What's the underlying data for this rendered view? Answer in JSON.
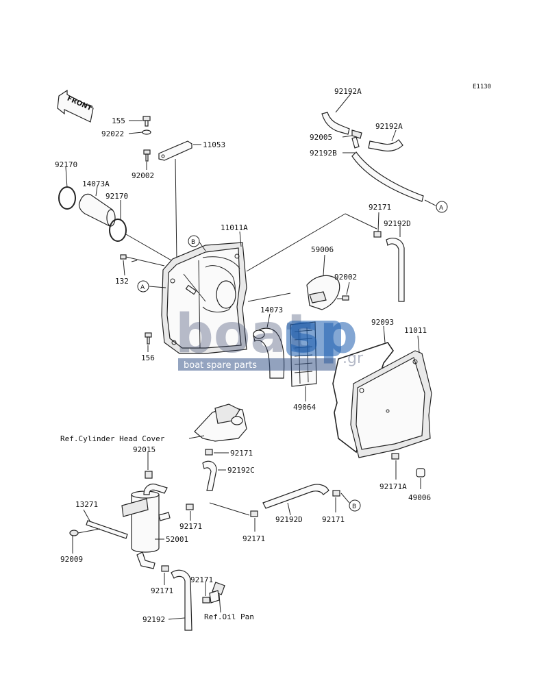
{
  "diagram_code": "E1130",
  "front_label": "FRONT",
  "labels": {
    "p92192A_top": "92192A",
    "p92192A_right": "92192A",
    "p92005": "92005",
    "p92192B": "92192B",
    "p155": "155",
    "p92022": "92022",
    "p11053": "11053",
    "p92002_top": "92002",
    "p92170_left": "92170",
    "p14073A": "14073A",
    "p92170_right": "92170",
    "p92171_top": "92171",
    "p92192D_top": "92192D",
    "p11011A": "11011A",
    "p132": "132",
    "p59006": "59006",
    "p92002_mid": "92002",
    "p14073": "14073",
    "p92093": "92093",
    "p11011": "11011",
    "p156": "156",
    "p49064": "49064",
    "ref_cyl_head": "Ref.Cylinder Head Cover",
    "p92015": "92015",
    "p92171_mid": "92171",
    "p92192C": "92192C",
    "p92171A": "92171A",
    "p49006": "49006",
    "p13271": "13271",
    "p92171_tank": "92171",
    "p92192D_bottom": "92192D",
    "p92171_bottom_right": "92171",
    "p52001": "52001",
    "p92009": "92009",
    "p92171_center": "92171",
    "p92171_low_left": "92171",
    "p92171_low": "92171",
    "p92192": "92192",
    "ref_oil_pan": "Ref.Oil Pan"
  },
  "callouts": {
    "a": "A",
    "b": "B"
  },
  "watermark": {
    "word_dark": "boat",
    "word_blue": "sp",
    "tagline": "boat spare parts",
    "domain": ".gr"
  }
}
